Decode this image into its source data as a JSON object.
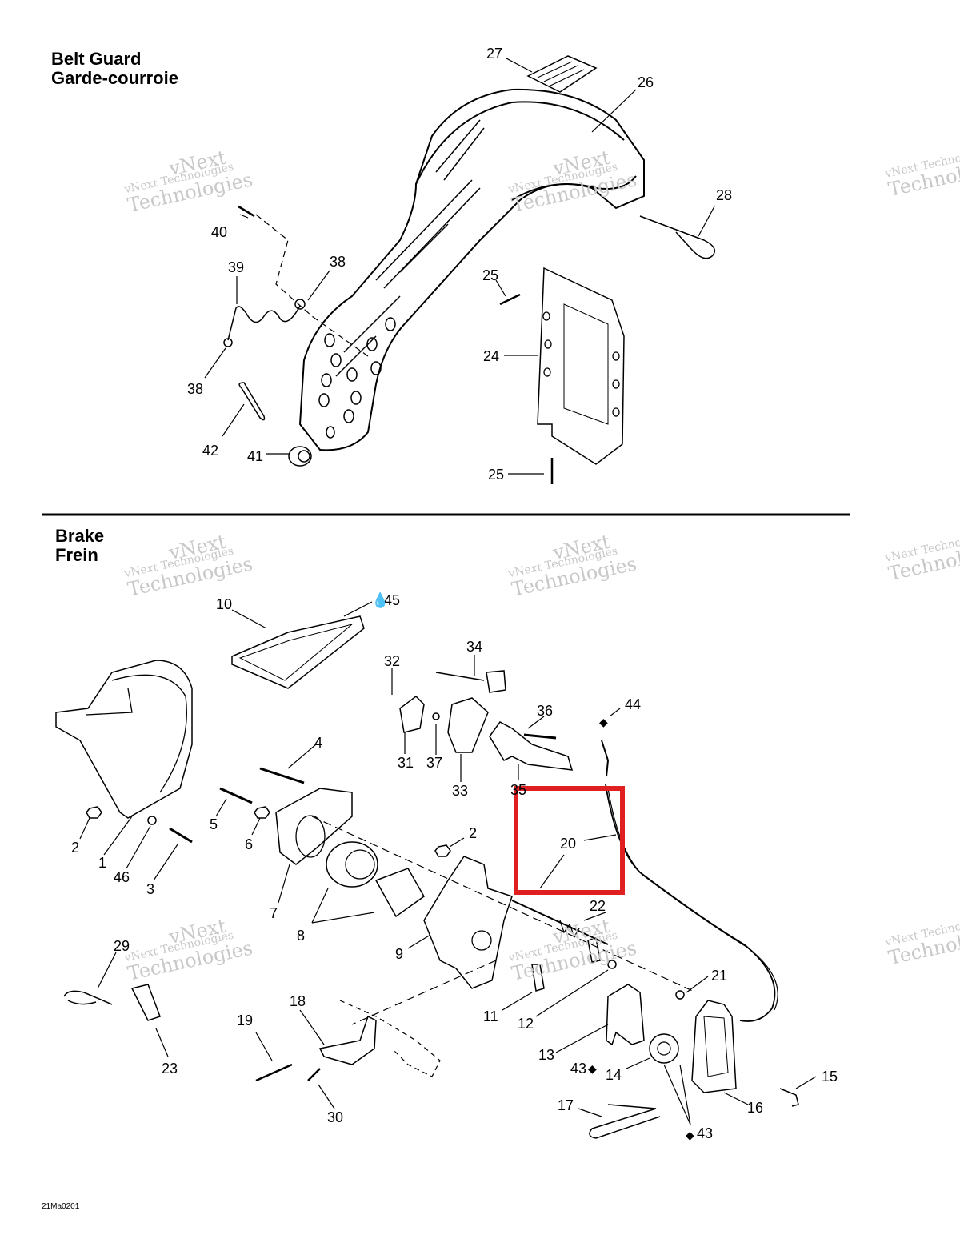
{
  "sections": {
    "belt_guard": {
      "title_en": "Belt Guard",
      "title_fr": "Garde-courroie"
    },
    "brake": {
      "title_en": "Brake",
      "title_fr": "Frein"
    }
  },
  "belt_guard_callouts": [
    "27",
    "26",
    "28",
    "40",
    "39",
    "38",
    "25",
    "24",
    "38",
    "42",
    "41",
    "25"
  ],
  "brake_callouts": [
    "10",
    "45",
    "34",
    "32",
    "36",
    "44",
    "4",
    "31",
    "37",
    "33",
    "35",
    "20",
    "5",
    "2",
    "6",
    "2",
    "1",
    "46",
    "3",
    "7",
    "22",
    "8",
    "9",
    "29",
    "21",
    "11",
    "12",
    "23",
    "18",
    "19",
    "13",
    "43",
    "14",
    "17",
    "15",
    "16",
    "43",
    "30"
  ],
  "watermark": {
    "line1": "vNext",
    "line2": "vNext Technologies",
    "line3": "Technologies"
  },
  "figure_code": "21Ma0201",
  "highlight_color": "#e02020"
}
